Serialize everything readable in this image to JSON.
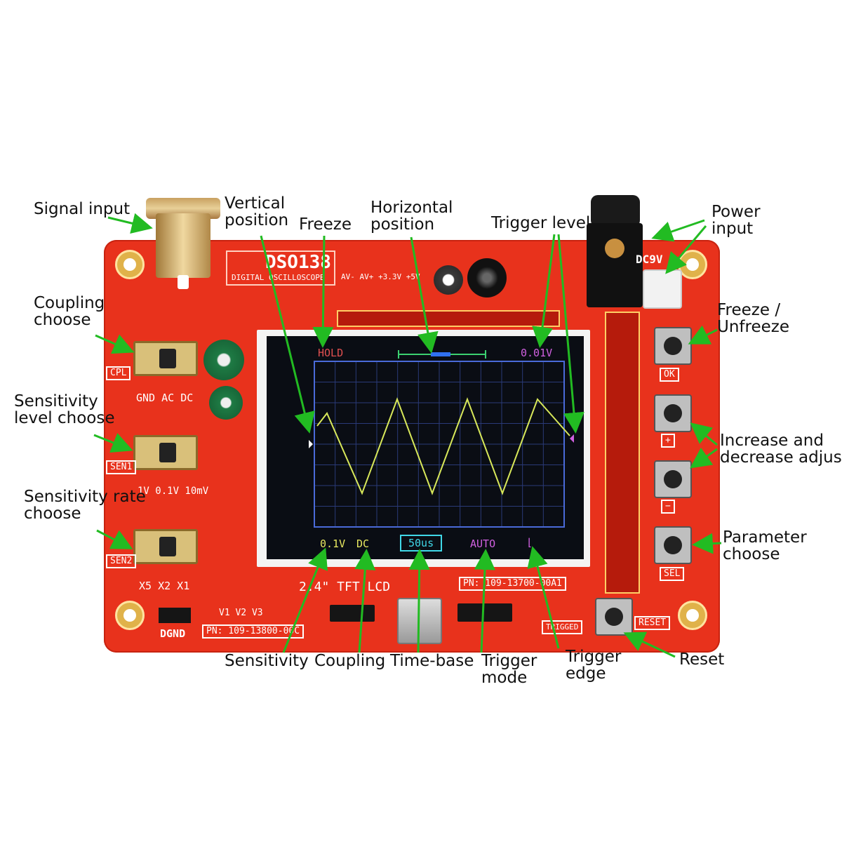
{
  "labels": {
    "signal_input": "Signal input",
    "vertical_position": "Vertical\nposition",
    "freeze": "Freeze",
    "horizontal_position": "Horizontal\nposition",
    "trigger_level": "Trigger level",
    "power_input": "Power\ninput",
    "coupling_choose": "Coupling\nchoose",
    "sensitivity_level_choose": "Sensitivity\nlevel choose",
    "sensitivity_rate_choose": "Sensitivity rate\nchoose",
    "freeze_unfreeze": "Freeze /\nUnfreeze",
    "increase_decrease": "Increase and\ndecrease adjust",
    "parameter_choose": "Parameter\nchoose",
    "sensitivity": "Sensitivity",
    "coupling": "Coupling",
    "time_base": "Time-base",
    "trigger_mode": "Trigger\nmode",
    "trigger_edge": "Trigger\nedge",
    "reset": "Reset"
  },
  "board": {
    "model": "DSO138",
    "subtitle": "DIGITAL OSCILLOSCOPE",
    "power_mark": "DC9V",
    "cpl_tag": "CPL",
    "sen1_tag": "SEN1",
    "sen2_tag": "SEN2",
    "cpl_options": "GND  AC  DC",
    "sen1_options": "1V 0.1V 10mV",
    "sen2_options": "X5  X2  X1",
    "lcd_label": "2.4\" TFT LCD",
    "lcd_pn": "PN: 109-13700-00A1",
    "board_pn": "PN: 109-13800-00C",
    "dgnd": "DGND",
    "ok_tag": "OK",
    "plus_tag": "+",
    "minus_tag": "−",
    "sel_tag": "SEL",
    "reset_tag": "RESET",
    "triggered_tag": "TRIGGED",
    "v_labels": "V1    V2    V3",
    "header_pins": "AV-  AV+  +3.3V  +5V"
  },
  "screen": {
    "hold": "HOLD",
    "trigger_value": "0.01V",
    "sensitivity": "0.1V",
    "coupling": "DC",
    "timebase": "50us",
    "trigger_mode": "AUTO",
    "trigger_edge": "⌊",
    "colors": {
      "trace": "#d8e85a",
      "grid": "#2a3a78",
      "border": "#4a6ad8",
      "hold": "#e05050",
      "yellow": "#e8e860",
      "cyan": "#40d8e8",
      "magenta": "#d060e0"
    }
  },
  "colors": {
    "board": "#e8321c",
    "arrow": "#22bb22"
  }
}
